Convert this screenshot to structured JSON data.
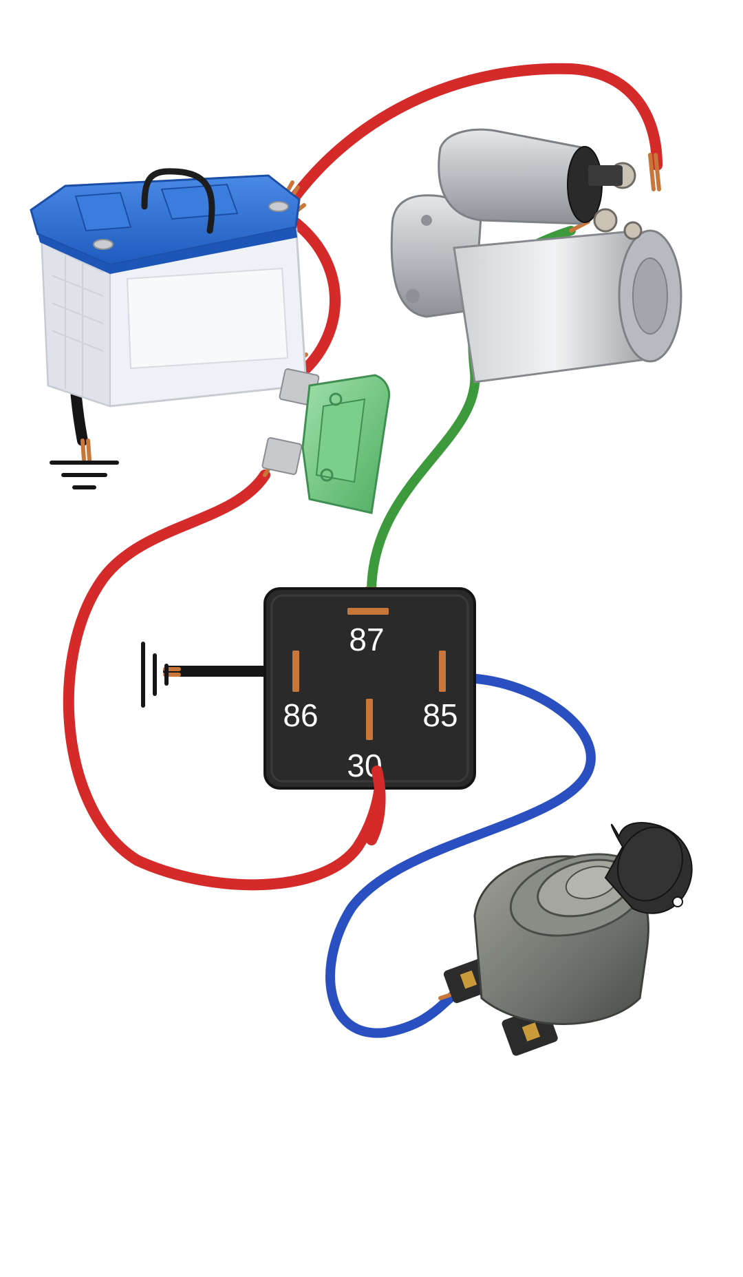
{
  "relay": {
    "pins": {
      "p87": "87",
      "p86": "86",
      "p85": "85",
      "p30": "30"
    }
  },
  "colors": {
    "positive_wire": "#d42a2a",
    "trigger_wire": "#3d9a3c",
    "switch_wire": "#2a4fc0",
    "ground_wire": "#151515",
    "copper": "#c8763a",
    "relay_body": "#2a2a2a",
    "battery_case": "#e9edf2",
    "battery_lid": "#2f6fd2",
    "fuse": "#6cc07a",
    "background": "#ffffff"
  },
  "icons": [
    "battery-icon",
    "starter-motor-icon",
    "blade-fuse-icon",
    "relay-icon",
    "ignition-switch-icon",
    "ground-symbol-icon"
  ]
}
